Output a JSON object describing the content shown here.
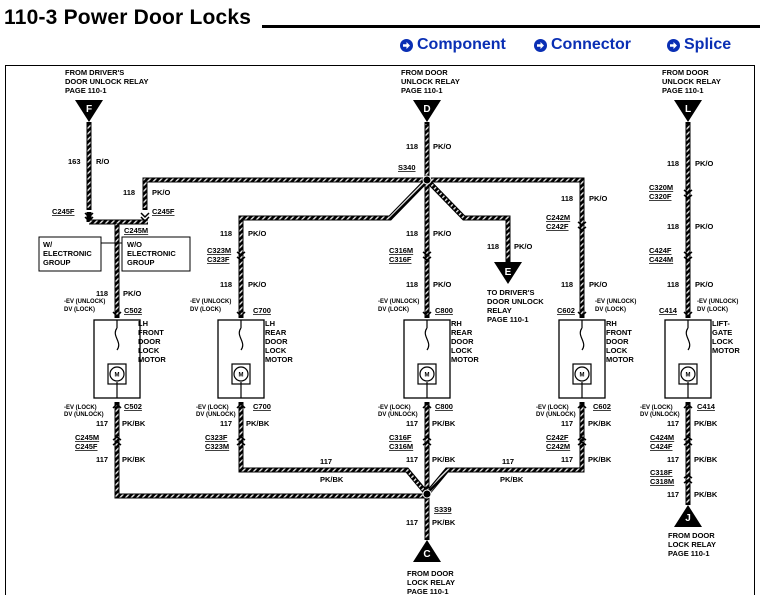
{
  "header": {
    "title": "110-3 Power Door Locks"
  },
  "legend": [
    {
      "label": "Component",
      "icon": "blue-arrow-circle-icon"
    },
    {
      "label": "Connector",
      "icon": "blue-arrow-circle-icon"
    },
    {
      "label": "Splice",
      "icon": "blue-arrow-circle-icon"
    }
  ],
  "colors": {
    "accent": "#0a2fb4",
    "wire": "#000000"
  },
  "sources": {
    "F": {
      "id": "F",
      "l1": "FROM  DRIVER'S",
      "l2": "DOOR UNLOCK RELAY",
      "l3": "PAGE  110-1"
    },
    "D": {
      "id": "D",
      "l1": "FROM  DOOR",
      "l2": "UNLOCK RELAY",
      "l3": "PAGE  110-1"
    },
    "L": {
      "id": "L",
      "l1": "FROM  DOOR",
      "l2": "UNLOCK RELAY",
      "l3": "PAGE  110-1"
    },
    "E": {
      "id": "E",
      "l1": "TO DRIVER'S",
      "l2": "DOOR UNLOCK",
      "l3": "RELAY",
      "l4": "PAGE  110-1"
    },
    "C": {
      "id": "C",
      "l1": "FROM  DOOR",
      "l2": "LOCK RELAY",
      "l3": "PAGE  110-1"
    },
    "J": {
      "id": "J",
      "l1": "FROM  DOOR",
      "l2": "LOCK RELAY",
      "l3": "PAGE  110-1"
    }
  },
  "wire_labels": {
    "w163": "163",
    "c163": "R/O",
    "w118": "118",
    "c118": "PK/O",
    "w117": "117",
    "c117": "PK/BK"
  },
  "splices": {
    "s340": "S340",
    "s339": "S339"
  },
  "connectors": {
    "c245f": "C245F",
    "c245m": "C245M",
    "c323m": "C323M",
    "c323f": "C323F",
    "c316m": "C316M",
    "c316f": "C316F",
    "c242m": "C242M",
    "c242f": "C242F",
    "c320m": "C320M",
    "c320f": "C320F",
    "c424f": "C424F",
    "c424m": "C424M",
    "c318f": "C318F",
    "c318m": "C318M",
    "c502": "C502",
    "c700": "C700",
    "c800": "C800",
    "c602": "C602",
    "c414": "C414"
  },
  "options": {
    "we1": "W/",
    "we2": "ELECTRONIC",
    "we3": "GROUP",
    "wo1": "W/O",
    "wo2": "ELECTRONIC",
    "wo3": "GROUP"
  },
  "pins": {
    "unlock": "-EV (UNLOCK)",
    "lock": "DV (LOCK)",
    "lock_top": "-EV (LOCK)",
    "unlock_bot": "DV (UNLOCK)"
  },
  "motors": {
    "lhf": {
      "l1": "LH",
      "l2": "FRONT",
      "l3": "DOOR",
      "l4": "LOCK",
      "l5": "MOTOR"
    },
    "lhr": {
      "l1": "LH",
      "l2": "REAR",
      "l3": "DOOR",
      "l4": "LOCK",
      "l5": "MOTOR"
    },
    "rhr": {
      "l1": "RH",
      "l2": "REAR",
      "l3": "DOOR",
      "l4": "LOCK",
      "l5": "MOTOR"
    },
    "rhf": {
      "l1": "RH",
      "l2": "FRONT",
      "l3": "DOOR",
      "l4": "LOCK",
      "l5": "MOTOR"
    },
    "lg": {
      "l1": "LIFT-",
      "l2": "GATE",
      "l3": "LOCK",
      "l4": "MOTOR"
    },
    "symbol": "M"
  }
}
